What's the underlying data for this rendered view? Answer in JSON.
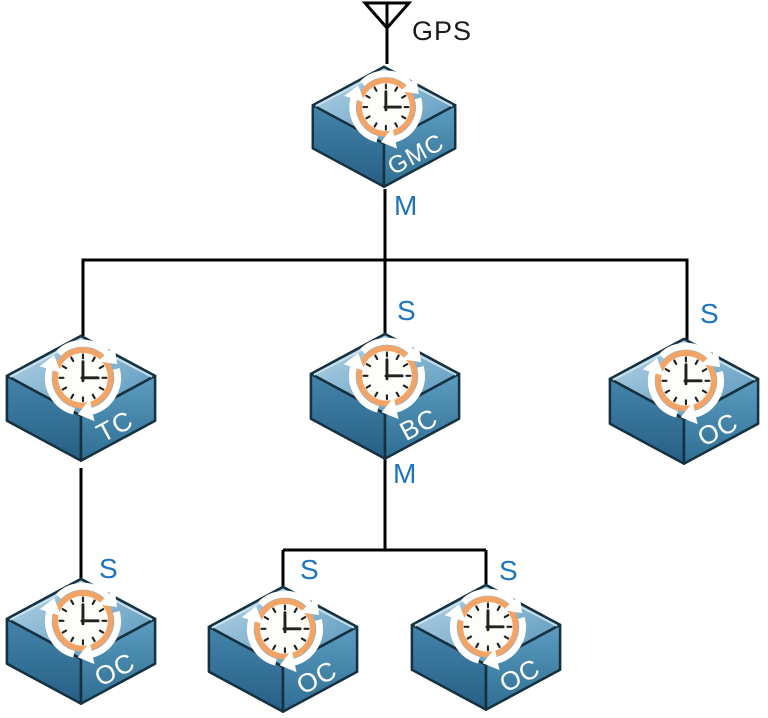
{
  "diagram": {
    "gps_label": "GPS",
    "icons": {
      "antenna": "gps-antenna-icon",
      "node_symbol": "rotating-clock-switch-icon"
    },
    "colors": {
      "port_label_blue": "#1C75BC",
      "wire_black": "#000000",
      "clock_ring_orange": "#F2A366",
      "box_outline": "#15313F",
      "box_top_light": "#B3D3E5",
      "box_top_dark": "#5896BE",
      "node_label_white": "#FFFFFF"
    },
    "nodes": [
      {
        "id": "gmc",
        "label": "GMC"
      },
      {
        "id": "tc",
        "label": "TC"
      },
      {
        "id": "bc",
        "label": "BC"
      },
      {
        "id": "oc-right",
        "label": "OC"
      },
      {
        "id": "oc-bottom-left",
        "label": "OC"
      },
      {
        "id": "oc-bottom-middle",
        "label": "OC"
      },
      {
        "id": "oc-bottom-right",
        "label": "OC"
      }
    ],
    "port_labels": [
      {
        "id": "gmc-master",
        "text": "M"
      },
      {
        "id": "bc-slave",
        "text": "S"
      },
      {
        "id": "oc-right-slave",
        "text": "S"
      },
      {
        "id": "oc-bottom-left-slave",
        "text": "S"
      },
      {
        "id": "bc-master",
        "text": "M"
      },
      {
        "id": "oc-bottom-middle-slave",
        "text": "S"
      },
      {
        "id": "oc-bottom-right-slave",
        "text": "S"
      }
    ]
  }
}
